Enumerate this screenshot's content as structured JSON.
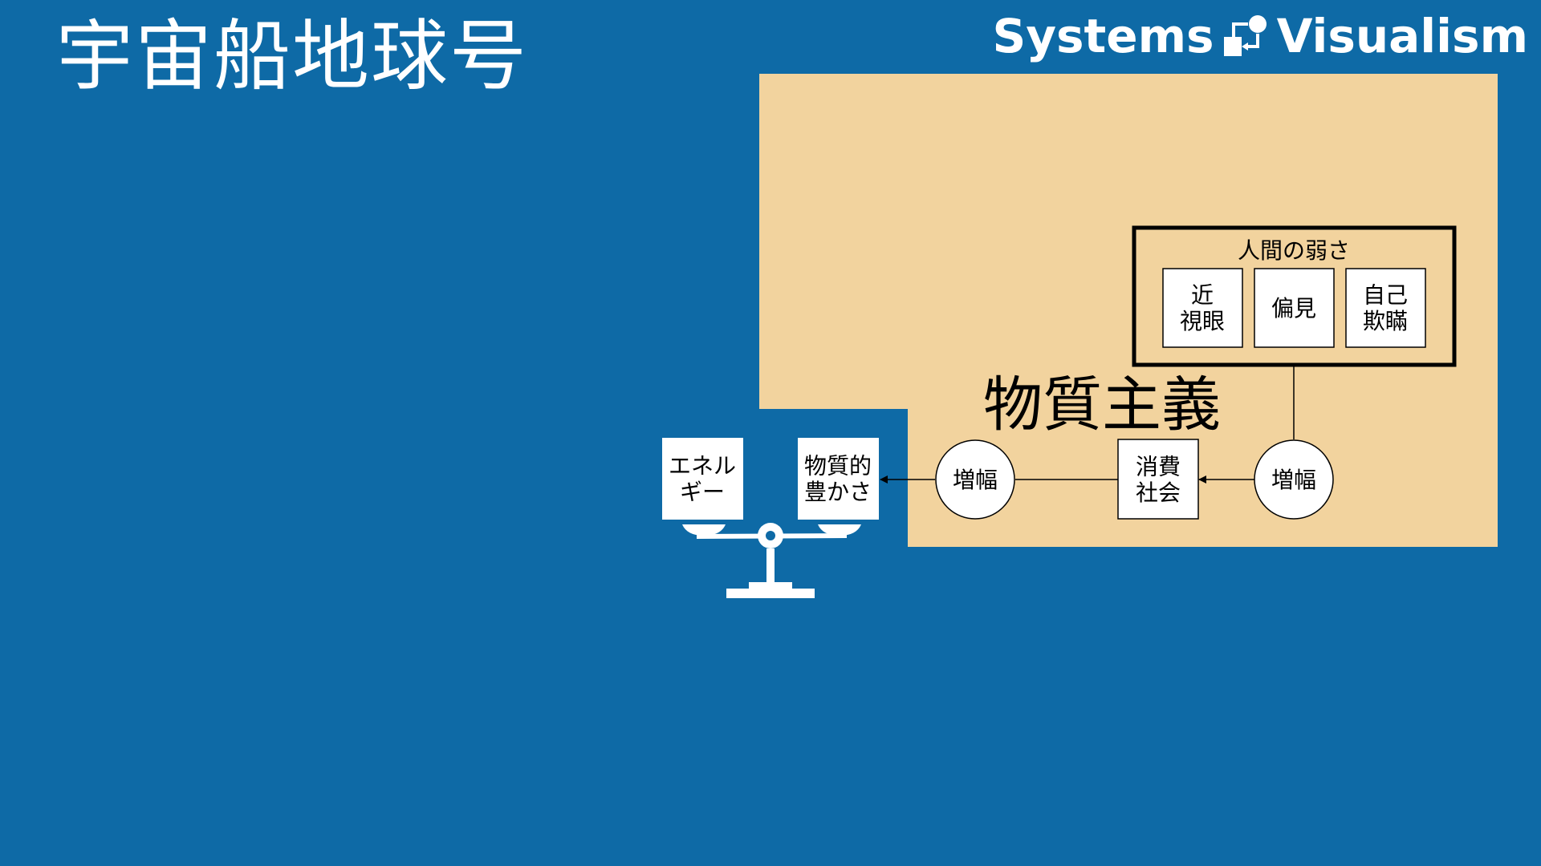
{
  "page": {
    "title": "宇宙船地球号",
    "brand": {
      "left": "Systems",
      "right": "Visualism",
      "icon": "flow-logo-icon"
    }
  },
  "colors": {
    "background": "#0e6aa6",
    "region": "#f2d39e",
    "white": "#ffffff",
    "ink": "#000000"
  },
  "diagram": {
    "region_label": "物質主義",
    "group": {
      "title": "人間の弱さ",
      "items": [
        "近\n視眼",
        "偏見",
        "自己\n欺瞞"
      ]
    },
    "nodes": {
      "amp_right": "増幅",
      "consumer": "消費\n社会",
      "amp_left": "増幅",
      "material_wealth": "物質的\n豊かさ",
      "energy": "エネル\nギー"
    },
    "scale_icon": "balance-scale-icon"
  }
}
